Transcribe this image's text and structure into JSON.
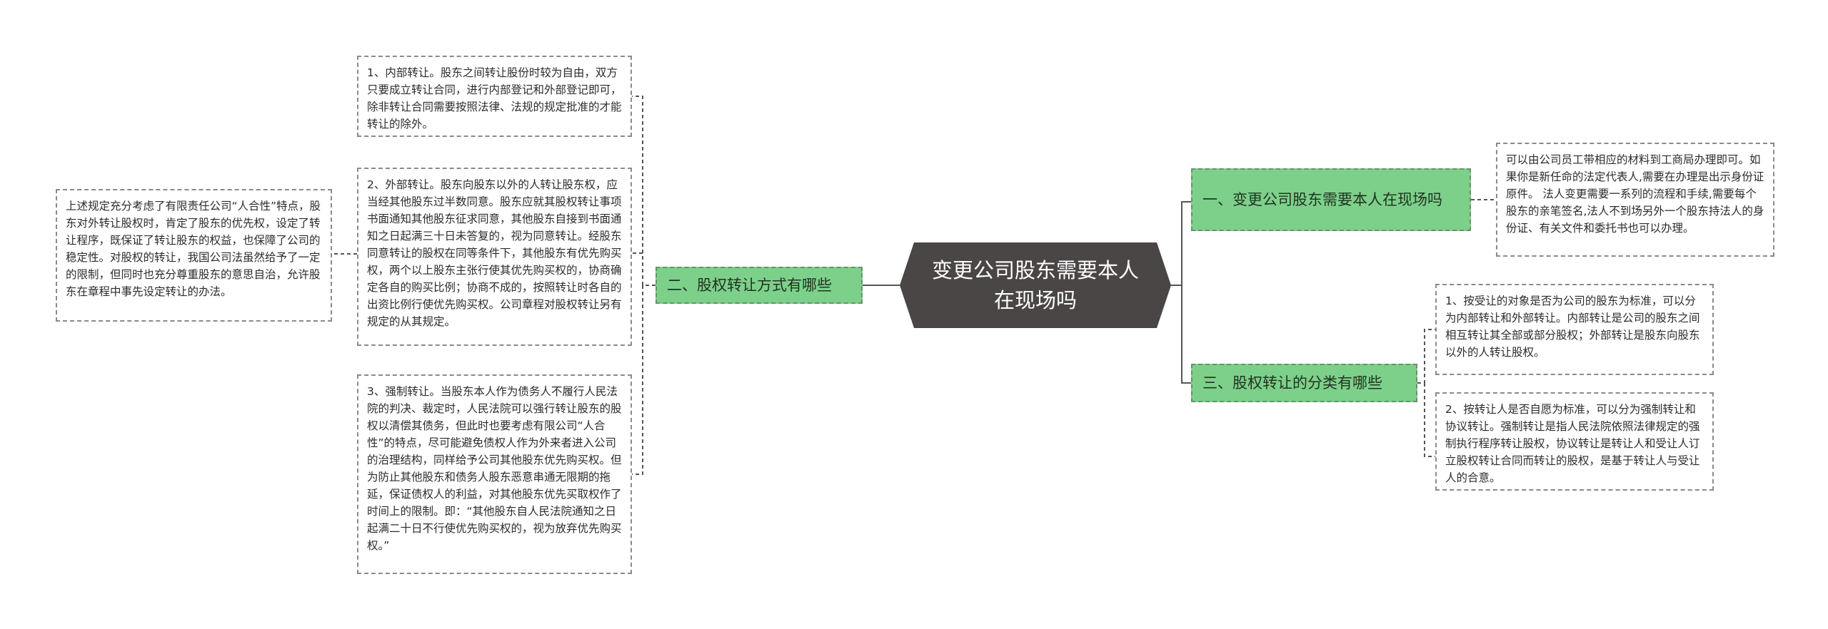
{
  "root": {
    "title": "变更公司股东需要本人在现场吗"
  },
  "branches": {
    "b1": {
      "label": "一、变更公司股东需要本人在现场吗"
    },
    "b2": {
      "label": "二、股权转让方式有哪些"
    },
    "b3": {
      "label": "三、股权转让的分类有哪些"
    }
  },
  "notes": {
    "b1_note": "可以由公司员工带相应的材料到工商局办理即可。如果你是新任命的法定代表人,需要在办理是出示身份证原件。 法人变更需要一系列的流程和手续,需要每个股东的亲笔签名,法人不到场另外一个股东持法人的身份证、有关文件和委托书也可以办理。",
    "b2_internal": "1、内部转让。股东之间转让股份时较为自由，双方只要成立转让合同，进行内部登记和外部登记即可，除非转让合同需要按照法律、法规的规定批准的才能转让的除外。",
    "b2_external": "2、外部转让。股东向股东以外的人转让股东权，应当经其他股东过半数同意。股东应就其股权转让事项书面通知其他股东征求同意，其他股东自接到书面通知之日起满三十日未答复的，视为同意转让。经股东同意转让的股权在同等条件下，其他股东有优先购买权，两个以上股东主张行使其优先购买权的，协商确定各自的购买比例；协商不成的，按照转让时各自的出资比例行使优先购买权。公司章程对股权转让另有规定的从其规定。",
    "b2_external_note": "上述规定充分考虑了有限责任公司“人合性”特点，股东对外转让股权时，肯定了股东的优先权，设定了转让程序，既保证了转让股东的权益，也保障了公司的稳定性。对股权的转让，我国公司法虽然给予了一定的限制，但同时也充分尊重股东的意思自治，允许股东在章程中事先设定转让的办法。",
    "b2_forced": "3、强制转让。当股东本人作为债务人不履行人民法院的判决、裁定时，人民法院可以强行转让股东的股权以清偿其债务，但此时也要考虑有限公司“人合性”的特点，尽可能避免债权人作为外来者进入公司的治理结构，同样给予公司其他股东优先购买权。但为防止其他股东和债务人股东恶意串通无限期的拖延，保证债权人的利益，对其他股东优先买取权作了时间上的限制。即：“其他股东自人民法院通知之日起满二十日不行使优先购买权的，视为放弃优先购买权。”",
    "b3_object": "1、按受让的对象是否为公司的股东为标准，可以分为内部转让和外部转让。内部转让是公司的股东之间相互转让其全部或部分股权；外部转让是股东向股东以外的人转让股权。",
    "b3_will": "2、按转让人是否自愿为标准，可以分为强制转让和协议转让。强制转让是指人民法院依照法律规定的强制执行程序转让股权，协议转让是转让人和受让人订立股权转让合同而转让的股权，是基于转让人与受让人的合意。"
  },
  "colors": {
    "root_fill": "#4a4646",
    "branch_fill": "#7dd08a",
    "line": "#555555",
    "note_border": "#8a8a8a"
  }
}
